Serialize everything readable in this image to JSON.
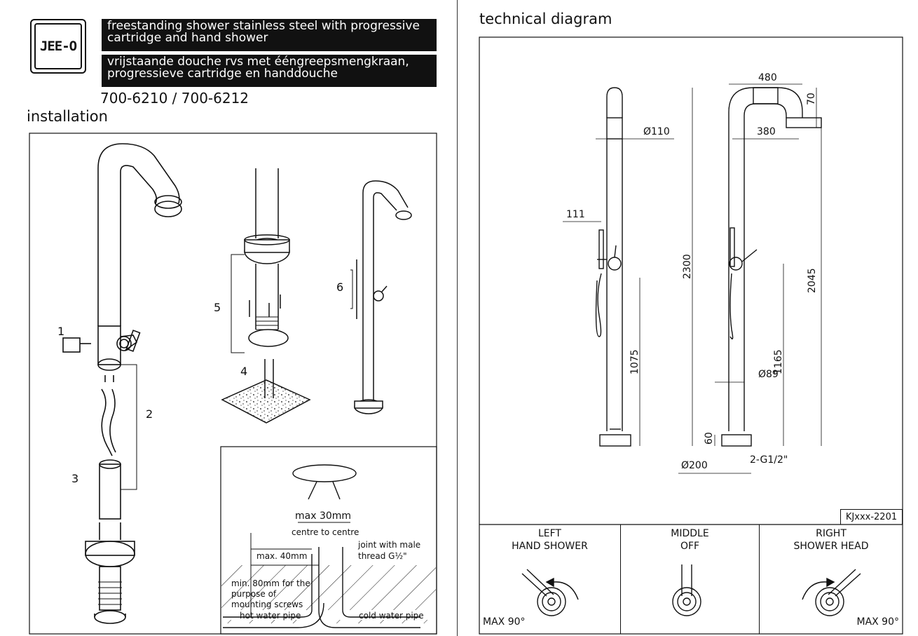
{
  "brand": {
    "logo_text": "JEE-O"
  },
  "header": {
    "title_en_line1": "freestanding shower stainless steel with progressive",
    "title_en_line2": "cartridge and hand shower",
    "title_nl_line1": "vrijstaande douche rvs met ééngreepsmengkraan,",
    "title_nl_line2": "progressieve cartridge en handdouche",
    "model_numbers": "700-6210 / 700-6212"
  },
  "installation": {
    "heading": "installation",
    "steps": [
      "1",
      "2",
      "3",
      "4",
      "5",
      "6"
    ],
    "detail": {
      "max_label": "max 30mm",
      "centre_label": "centre to centre",
      "joint_label_1": "joint with male",
      "joint_label_2": "thread G½\"",
      "max40_label": "max. 40mm",
      "min80_line1": "min. 80mm for the",
      "min80_line2": "purpose of",
      "min80_line3": "mounting screws",
      "hot_pipe": "hot water pipe",
      "cold_pipe": "cold water pipe"
    }
  },
  "technical": {
    "heading": "technical diagram",
    "dims": {
      "d480": "480",
      "d70": "70",
      "d110": "Ø110",
      "d380": "380",
      "d111": "111",
      "d2300": "2300",
      "d2045": "2045",
      "d1075": "1075",
      "d1165": "1165",
      "d89": "Ø89",
      "d60": "60",
      "d200": "Ø200",
      "g12": "2-G1/2\""
    },
    "doc_ref": "KJxxx-2201",
    "positions": [
      {
        "line1": "LEFT",
        "line2": "HAND SHOWER",
        "max": "MAX 90°"
      },
      {
        "line1": "MIDDLE",
        "line2": "OFF",
        "max": ""
      },
      {
        "line1": "RIGHT",
        "line2": "SHOWER HEAD",
        "max": "MAX 90°"
      }
    ]
  }
}
